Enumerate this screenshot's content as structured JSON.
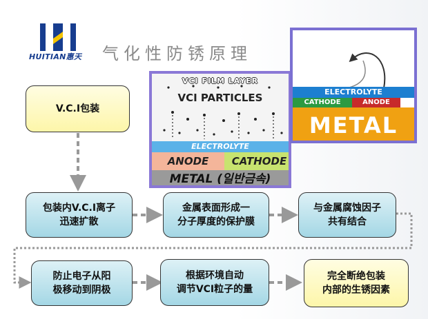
{
  "header": {
    "logo_text": "HUITIAN惠天",
    "title": "气化性防锈原理",
    "colors": {
      "logo_blue": "#173d8f",
      "logo_yellow": "#f5c400",
      "title": "#8a8a8a"
    }
  },
  "flow": {
    "start": "V.C.I包装",
    "row1": [
      "包装内V.C.I离子\n迅速扩散",
      "金属表面形成一\n分子厚度的保护膜",
      "与金属腐蚀因子\n共有结合"
    ],
    "row2": [
      "防止电子从阳\n极移动到阴极",
      "根据环境自动\n调节VCI粒子的量",
      "完全断绝包装\n内部的生锈因素"
    ],
    "colors": {
      "yellow_box": "#fdf6a9",
      "teal_box": "#a4d7e5",
      "arrow": "#999999"
    }
  },
  "illustration_left": {
    "film_layer": "VCI FILM LAYER",
    "particles": "VCI PARTICLES",
    "electrolyte": "ELECTROLYTE",
    "anode": "ANODE",
    "cathode": "CATHODE",
    "metal": "METAL (일반금속)"
  },
  "illustration_right": {
    "electrolyte": "ELECTROLYTE",
    "cathode": "CATHODE",
    "anode": "ANODE",
    "metal": "METAL"
  }
}
